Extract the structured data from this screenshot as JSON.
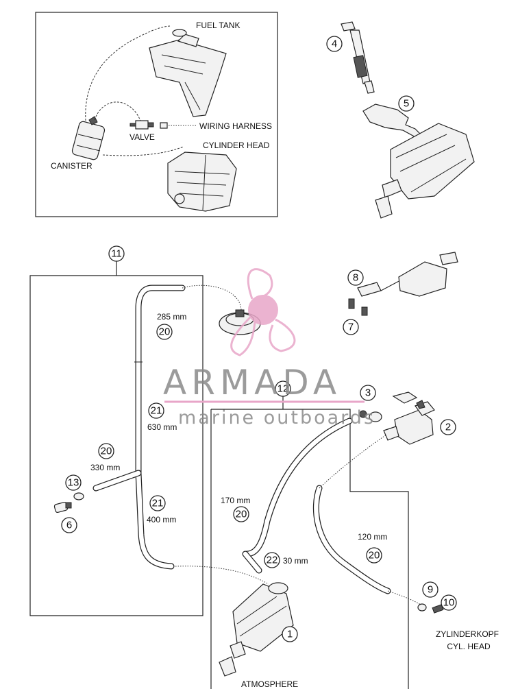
{
  "overview": {
    "fuel_tank": "FUEL TANK",
    "wiring_harness": "WIRING HARNESS",
    "valve": "VALVE",
    "cylinder_head": "CYLINDER HEAD",
    "canister": "CANISTER"
  },
  "callouts": [
    "1",
    "2",
    "3",
    "4",
    "5",
    "6",
    "7",
    "8",
    "9",
    "10",
    "11",
    "12",
    "13",
    "20",
    "21",
    "22"
  ],
  "hoses": {
    "h285": "285 mm",
    "h630": "630 mm",
    "h330": "330 mm",
    "h400": "400 mm",
    "h170": "170 mm",
    "h30": "30 mm",
    "h120": "120 mm"
  },
  "labels": {
    "zylinderkopf": "ZYLINDERKOPF",
    "cyl_head": "CYL. HEAD",
    "atmosphere": "ATMOSPHERE"
  },
  "watermark": {
    "brand": "ARMADA",
    "tagline": "marine outboards",
    "accent": "#e8a6c8",
    "accent_dark": "#d47cb0"
  }
}
